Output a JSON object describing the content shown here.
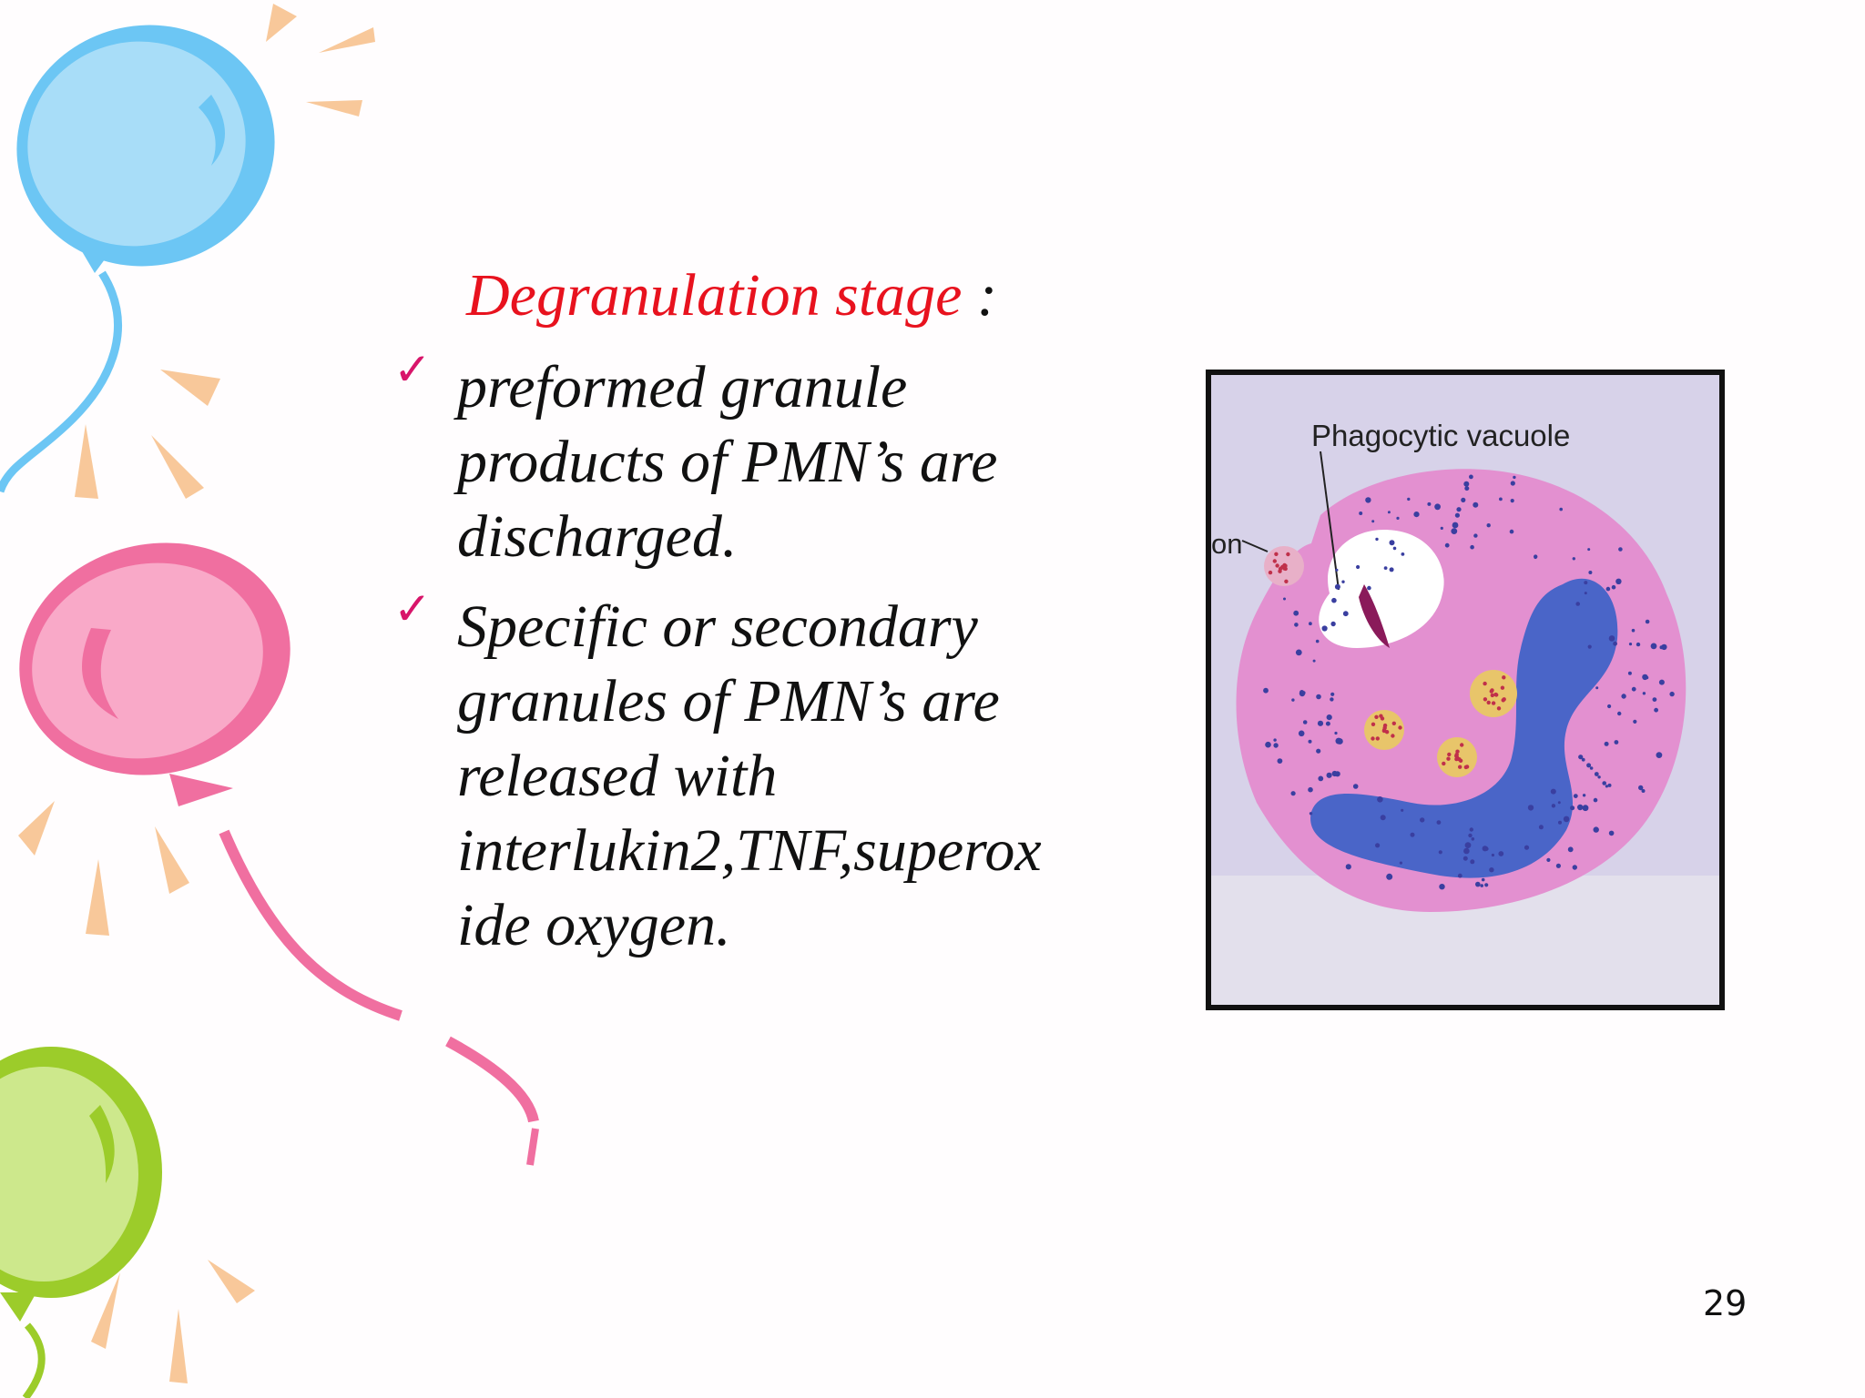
{
  "slide": {
    "heading": {
      "text": "Degranulation stage",
      "suffix": " :",
      "color": "#e8121e"
    },
    "bullets": [
      {
        "marker": "✓",
        "lines": [
          "preformed granule",
          "products of PMN’s are",
          "discharged."
        ]
      },
      {
        "marker": "✓",
        "lines": [
          "Specific or secondary",
          "granules of PMN’s are",
          "released with",
          "interlukin2,TNF,superox",
          "ide oxygen."
        ]
      }
    ],
    "figure": {
      "label_vacuole": "Phagocytic vacuole",
      "label_partial": "on"
    },
    "page_number": "29"
  },
  "colors": {
    "balloon_blue": "#6cc6f4",
    "balloon_pink": "#f06fa0",
    "balloon_green": "#9ccc2a",
    "rays": "#f8c89a",
    "check_mark": "#d8156a",
    "cell_cytoplasm": "#e390d0",
    "cell_nucleus": "#4a65c8"
  }
}
